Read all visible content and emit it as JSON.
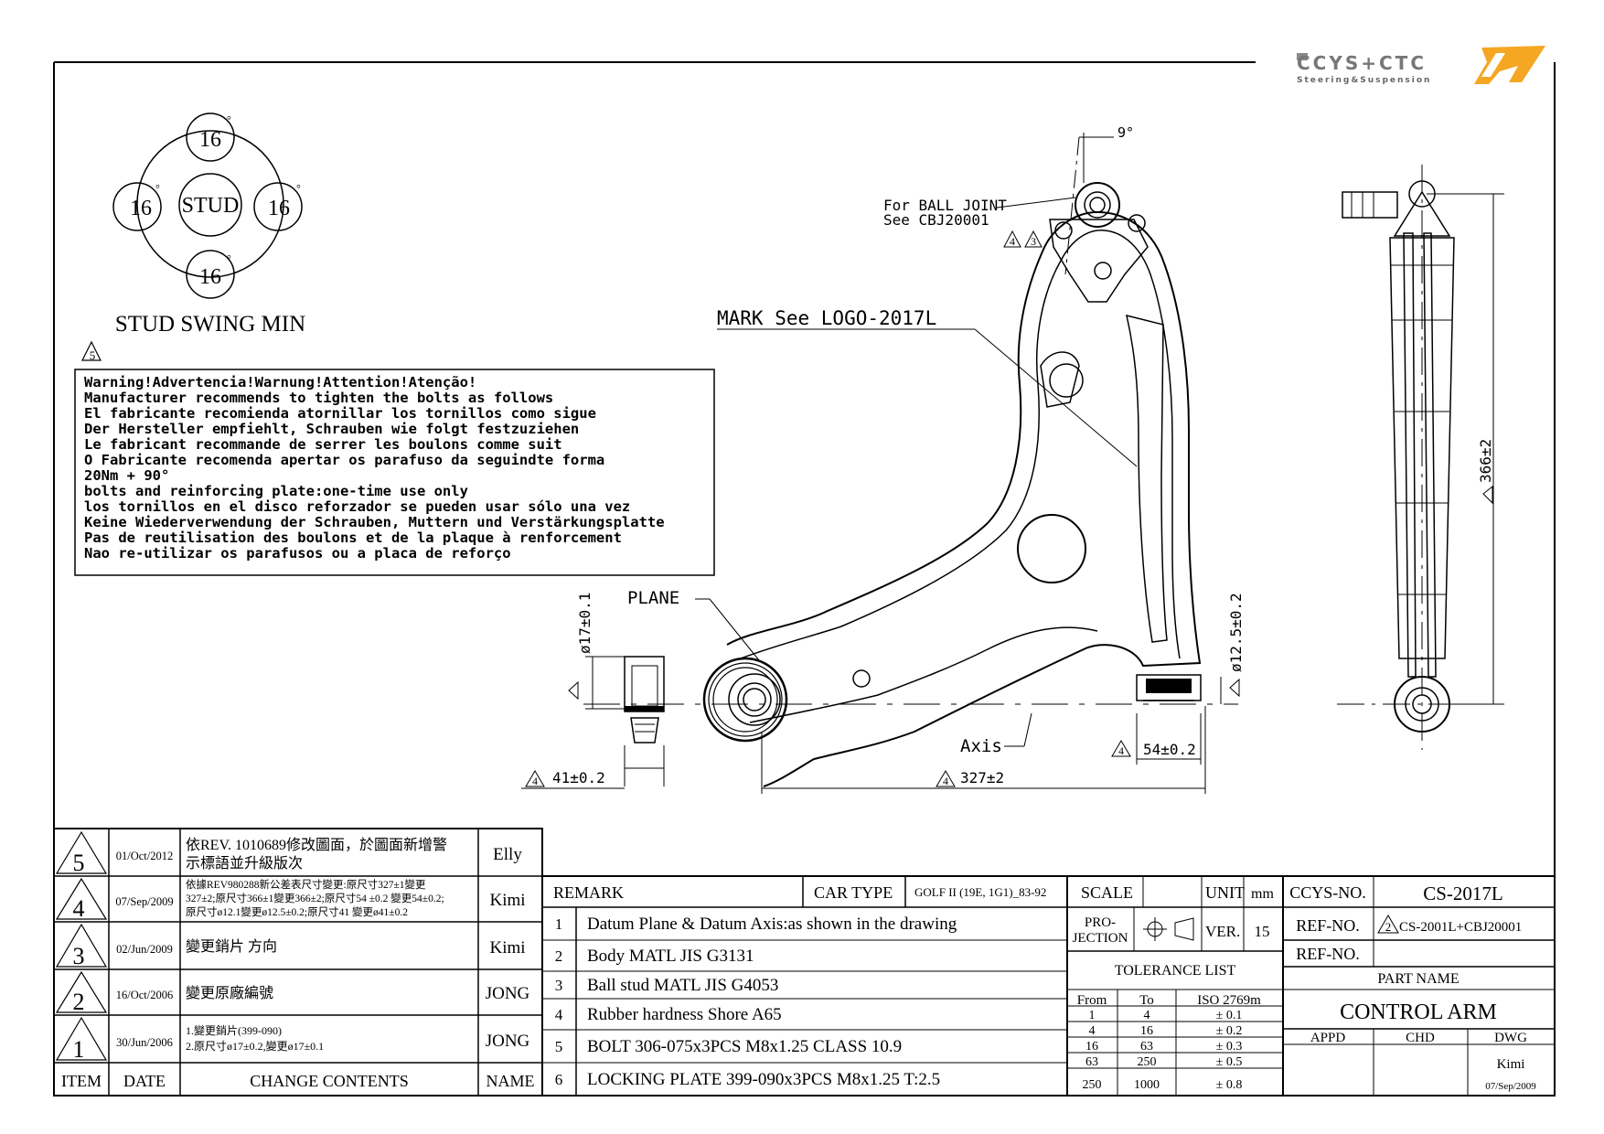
{
  "logo": {
    "brand": "CCYS+CTC",
    "tagline": "Steering&Suspension"
  },
  "stud_swing": {
    "center": "STUD",
    "angles": [
      "16",
      "16",
      "16",
      "16"
    ],
    "degree_symbol": "°",
    "caption": "STUD SWING MIN"
  },
  "warning": {
    "rev_marker": "5",
    "lines": [
      "Warning!Advertencia!Warnung!Attention!Atenção!",
      "Manufacturer recommends to tighten the bolts as follows",
      "El fabricante recomienda atornillar los tornillos como sigue",
      "Der Hersteller empfiehlt, Schrauben wie folgt festzuziehen",
      "Le fabricant recommande de serrer les boulons comme suit",
      "O Fabricante recomenda apertar os parafuso da seguindte forma",
      "20Nm + 90°",
      "bolts and reinforcing plate:one-time use only",
      "los tornillos en el disco reforzador se pueden usar sólo una vez",
      "Keine Wiederverwendung der Schrauben, Muttern und Verstärkungsplatte",
      "Pas de reutilisation des boulons et de la plaque à renforcement",
      "Nao re-utilizar os parafusos ou a placa de reforço"
    ]
  },
  "annotations": {
    "ball_joint_line1": "For BALL JOINT",
    "ball_joint_line2": "See CBJ20001",
    "mark": "MARK See LOGO-2017L",
    "plane": "PLANE",
    "axis": "Axis",
    "angle_9": "9°",
    "rev_3": "3",
    "rev_4": "4"
  },
  "dimensions": {
    "d17": "ø17±0.1",
    "d41": "41±0.2",
    "d327": "327±2",
    "d54": "54±0.2",
    "d125": "ø12.5±0.2",
    "d366": "366±2"
  },
  "revisions": [
    {
      "item": "5",
      "date": "01/Oct/2012",
      "contents": [
        "依REV. 1010689修改圖面，於圖面新增警",
        "示標語並升級版次"
      ],
      "name": "Elly"
    },
    {
      "item": "4",
      "date": "07/Sep/2009",
      "contents": [
        "依據REV980288新公差表尺寸變更:原尺寸327±1變更",
        "327±2;原尺寸366±1變更366±2;原尺寸54 ±0.2 變更54±0.2;",
        "原尺寸ø12.1變更ø12.5±0.2;原尺寸41 變更ø41±0.2"
      ],
      "name": "Kimi"
    },
    {
      "item": "3",
      "date": "02/Jun/2009",
      "contents": [
        "變更銷片 方向"
      ],
      "name": "Kimi"
    },
    {
      "item": "2",
      "date": "16/Oct/2006",
      "contents": [
        "變更原廠編號"
      ],
      "name": "JONG"
    },
    {
      "item": "1",
      "date": "30/Jun/2006",
      "contents": [
        "1.變更銷片(399-090)",
        "2.原尺寸ø17±0.2,變更ø17±0.1"
      ],
      "name": "JONG"
    }
  ],
  "rev_headers": {
    "item": "ITEM",
    "date": "DATE",
    "contents": "CHANGE CONTENTS",
    "name": "NAME"
  },
  "remarks": {
    "header": "REMARK",
    "car_type_label": "CAR TYPE",
    "car_type_value": "GOLF II (19E, 1G1)_83-92",
    "items": [
      {
        "no": "1",
        "text": "Datum Plane & Datum Axis:as shown in the drawing"
      },
      {
        "no": "2",
        "text": "Body MATL JIS G3131"
      },
      {
        "no": "3",
        "text": "Ball stud MATL JIS G4053"
      },
      {
        "no": "4",
        "text": "Rubber hardness Shore A65"
      },
      {
        "no": "5",
        "text": "BOLT 306-075x3PCS M8x1.25 CLASS 10.9"
      },
      {
        "no": "6",
        "text": "LOCKING PLATE 399-090x3PCS M8x1.25 T:2.5"
      }
    ]
  },
  "title_block": {
    "scale_label": "SCALE",
    "unit_label": "UNIT",
    "unit_value": "mm",
    "projection_label_1": "PRO-",
    "projection_label_2": "JECTION",
    "ver_label": "VER.",
    "ver_value": "15",
    "tolerance_title": "TOLERANCE LIST",
    "tol_headers": [
      "From",
      "To",
      "ISO 2769m"
    ],
    "tolerances": [
      [
        "1",
        "4",
        "± 0.1"
      ],
      [
        "4",
        "16",
        "± 0.2"
      ],
      [
        "16",
        "63",
        "± 0.3"
      ],
      [
        "63",
        "250",
        "± 0.5"
      ],
      [
        "250",
        "1000",
        "± 0.8"
      ]
    ],
    "ccys_label": "CCYS-NO.",
    "ccys_value": "CS-2017L",
    "ref1_label": "REF-NO.",
    "ref1_rev": "2",
    "ref1_value": "CS-2001L+CBJ20001",
    "ref2_label": "REF-NO.",
    "part_name_label": "PART NAME",
    "part_name_value": "CONTROL ARM",
    "appd_label": "APPD",
    "chd_label": "CHD",
    "dwg_label": "DWG",
    "dwg_name": "Kimi",
    "dwg_date": "07/Sep/2009"
  }
}
